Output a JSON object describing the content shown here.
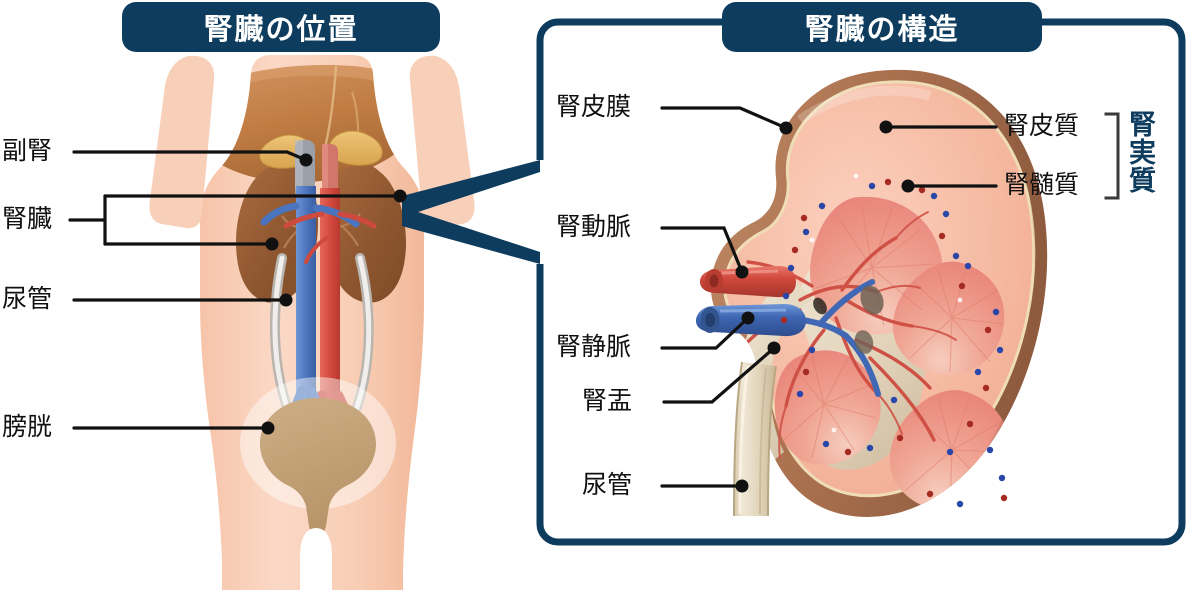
{
  "figure": {
    "language": "ja",
    "kind": "anatomical-diagram",
    "subject": "kidney"
  },
  "panels": {
    "left": {
      "title": "腎臓の位置",
      "labels": [
        {
          "id": "adrenal",
          "text": "副腎"
        },
        {
          "id": "kidney",
          "text": "腎臓"
        },
        {
          "id": "ureter",
          "text": "尿管"
        },
        {
          "id": "bladder",
          "text": "膀胱"
        }
      ]
    },
    "right": {
      "title": "腎臓の構造",
      "labels_left": [
        {
          "id": "renal-capsule",
          "text": "腎皮膜"
        },
        {
          "id": "renal-artery",
          "text": "腎動脈"
        },
        {
          "id": "renal-vein",
          "text": "腎静脈"
        },
        {
          "id": "renal-pelvis",
          "text": "腎盂"
        },
        {
          "id": "ureter",
          "text": "尿管"
        }
      ],
      "labels_right": [
        {
          "id": "renal-cortex",
          "text": "腎皮質"
        },
        {
          "id": "renal-medulla",
          "text": "腎髄質"
        }
      ],
      "bracket_label": {
        "id": "renal-parenchyma",
        "text": "腎実質"
      }
    }
  },
  "colors": {
    "banner": "#0d3c5e",
    "panel_border": "#0d3c5e",
    "callout": "#0d3c5e",
    "leader_line": "#111111",
    "skin": "#f7c5ab",
    "skin_light": "#fbd9c6",
    "liver": "#c7834a",
    "adrenal": "#e0b05a",
    "kidney_body": "#9c6038",
    "bladder": "#c3a173",
    "artery": "#d94f43",
    "vein": "#4a74bd",
    "ureter_tube": "#d8d6d3",
    "cortex": "#f4b79e",
    "medulla": "#ef9382",
    "capsule": "#a9704e",
    "sinus": "#e4d8c4",
    "parenchyma_text": "#0d3c5e"
  }
}
